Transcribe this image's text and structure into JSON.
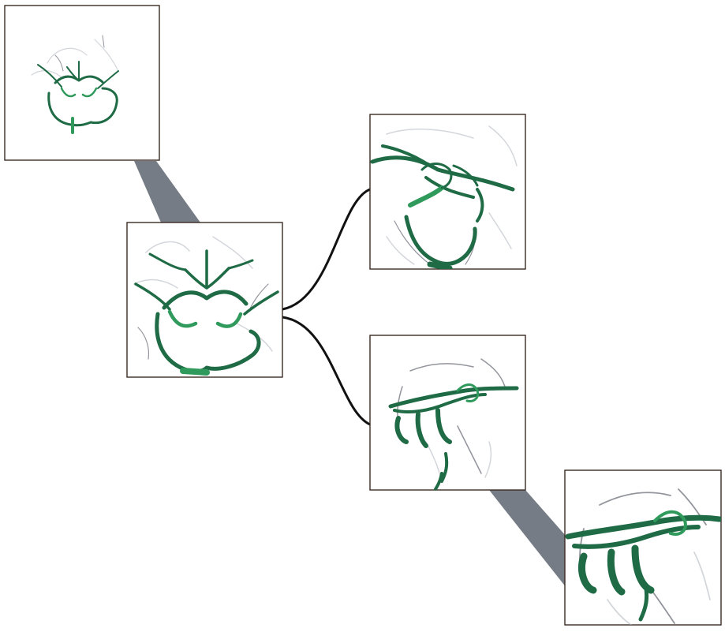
{
  "panels": [
    {
      "id": "overview",
      "description": "",
      "icon": "vessel-render-icon"
    },
    {
      "id": "zoom",
      "description": "",
      "icon": "vessel-render-icon"
    },
    {
      "id": "view-a",
      "description": "",
      "icon": "vessel-render-icon"
    },
    {
      "id": "view-b",
      "description": "",
      "icon": "vessel-render-icon"
    },
    {
      "id": "view-b-zoom",
      "description": "",
      "icon": "vessel-render-icon"
    }
  ],
  "colors": {
    "vessel": "#1f6b45",
    "vessel_highlight": "#2f9a5b",
    "frame": "#3a2a22",
    "connector": "#111111",
    "projection_shadow": "#5d6570"
  }
}
